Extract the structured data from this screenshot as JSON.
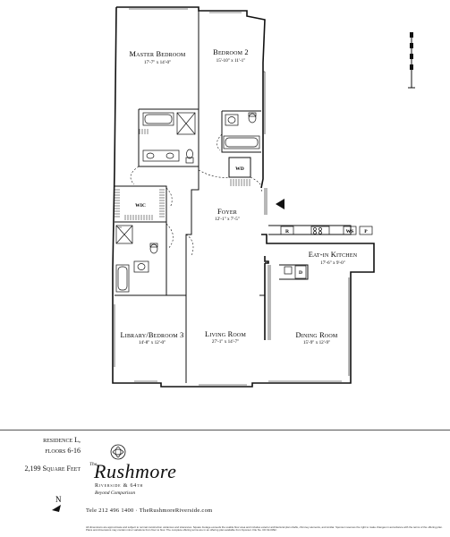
{
  "rooms": [
    {
      "name": "Master Bedroom",
      "dims": "17'-7\" x 14'-0\""
    },
    {
      "name": "Bedroom 2",
      "dims": "15'-10\" x 11'-1\""
    },
    {
      "name": "Foyer",
      "dims": "12'-1\" x 7'-5\""
    },
    {
      "name": "Eat-in Kitchen",
      "dims": "17'-6\" x 9'-0\""
    },
    {
      "name": "Library/Bedroom 3",
      "dims": "14'-8\" x 12'-0\""
    },
    {
      "name": "Living Room",
      "dims": "27'-1\" x 14'-7\""
    },
    {
      "name": "Dining Room",
      "dims": "15'-9\" x 12'-9\""
    }
  ],
  "fixtures": {
    "wic": "WIC",
    "wd": "WD",
    "refrigerator": "R",
    "wine": "WS",
    "pantry": "P",
    "dishwasher": "D"
  },
  "residence": {
    "line1": "residence L,",
    "line2": "floors 6-16",
    "area": "2,199 Square Feet"
  },
  "brand": {
    "pre": "The",
    "name": "Rushmore",
    "address": "Riverside & 64th",
    "tagline": "Beyond Comparison"
  },
  "north_label": "N",
  "contact": "Tele 212 496 1400 · TheRushmoreRiverside.com",
  "disclaimer": "All dimensions are approximate and subject to normal construction variances and tolerances. Square footage exceeds the usable floor area and includes exterior architectural plan shafts, chimney elements, and similar. Sponsor reserves the right to make changes in accordance with the terms of the offering plan. Plans and dimensions may contain minor variations from floor to floor. The complete offering terms are in an offering plan available from Sponsor. File No. CD 02-0392."
}
